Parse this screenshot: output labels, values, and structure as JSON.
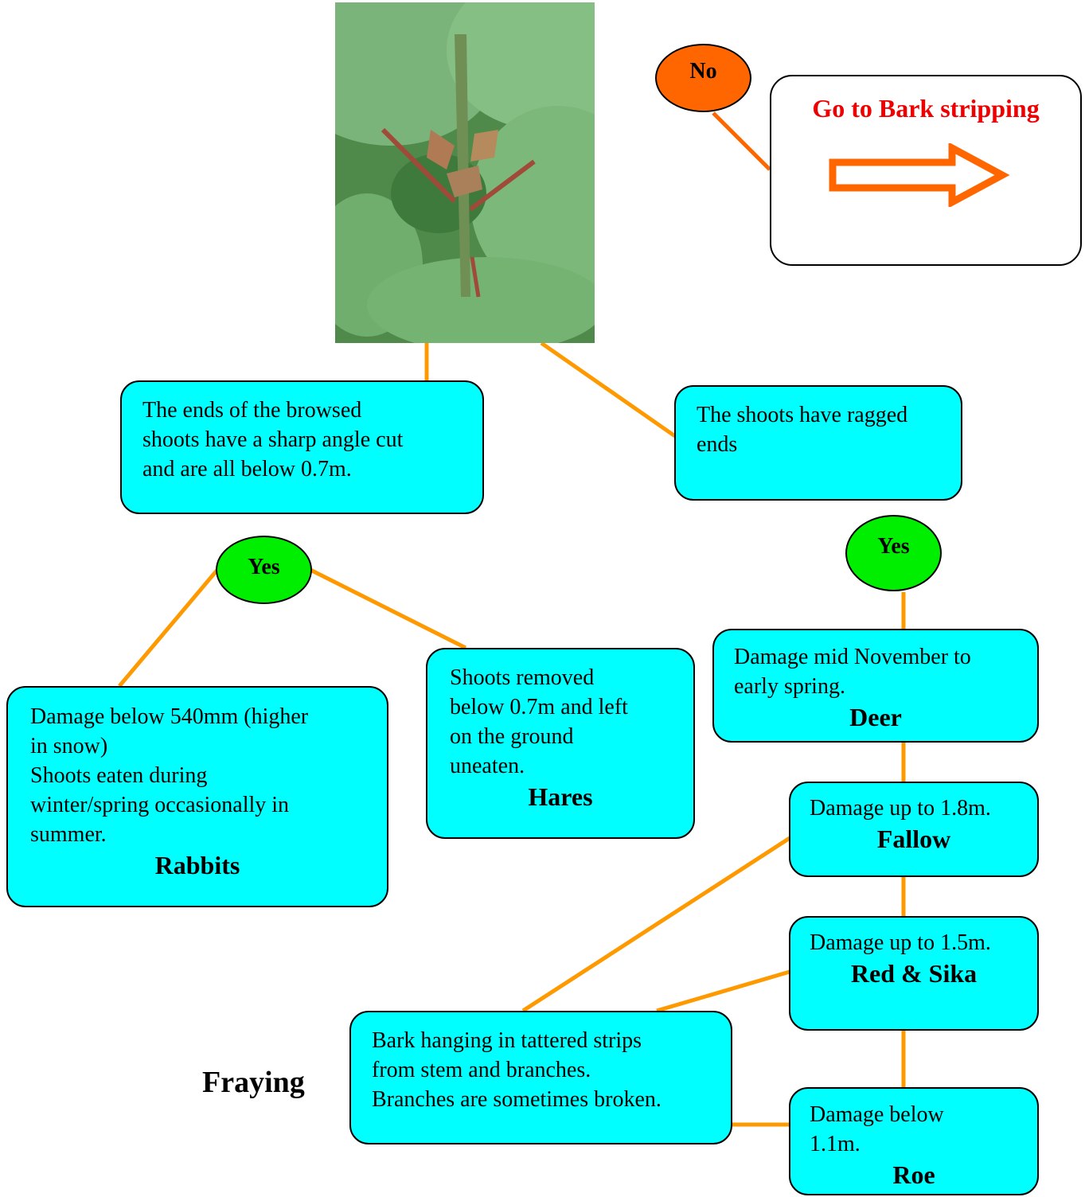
{
  "decision_no": {
    "label": "No"
  },
  "navigation": {
    "label": "Go to Bark stripping",
    "arrow": "right-arrow-icon",
    "color": "#ee0000"
  },
  "photo": {
    "subject": "browsed-sapling-shoot"
  },
  "questions": {
    "sharp_cut": "The ends of the browsed\nshoots have a sharp angle cut\nand are all below 0.7m.",
    "ragged": "The shoots have ragged\nends"
  },
  "decisions": {
    "yes_left": "Yes",
    "yes_right": "Yes"
  },
  "results": {
    "rabbits": {
      "text": "Damage below 540mm (higher\nin snow)\nShoots eaten during\nwinter/spring occasionally in\nsummer.",
      "animal": "Rabbits"
    },
    "hares": {
      "text": "Shoots removed\nbelow 0.7m and left\non the ground\nuneaten.",
      "animal": "Hares"
    },
    "deer": {
      "text": "Damage mid November to\nearly spring.",
      "animal": "Deer"
    },
    "fallow": {
      "text": "Damage up to 1.8m.",
      "animal": "Fallow"
    },
    "red_sika": {
      "text": "Damage up to 1.5m.",
      "animal": "Red & Sika"
    },
    "roe": {
      "text": "Damage below\n1.1m.",
      "animal": "Roe"
    }
  },
  "fraying": {
    "label": "Fraying",
    "text": "Bark hanging in tattered strips\nfrom stem and branches.\nBranches are sometimes broken."
  },
  "colors": {
    "box_fill": "#00ffff",
    "yes_fill": "#00ee00",
    "no_fill": "#ff6600",
    "connector": "#ff9900",
    "no_connector": "#ff6600"
  }
}
